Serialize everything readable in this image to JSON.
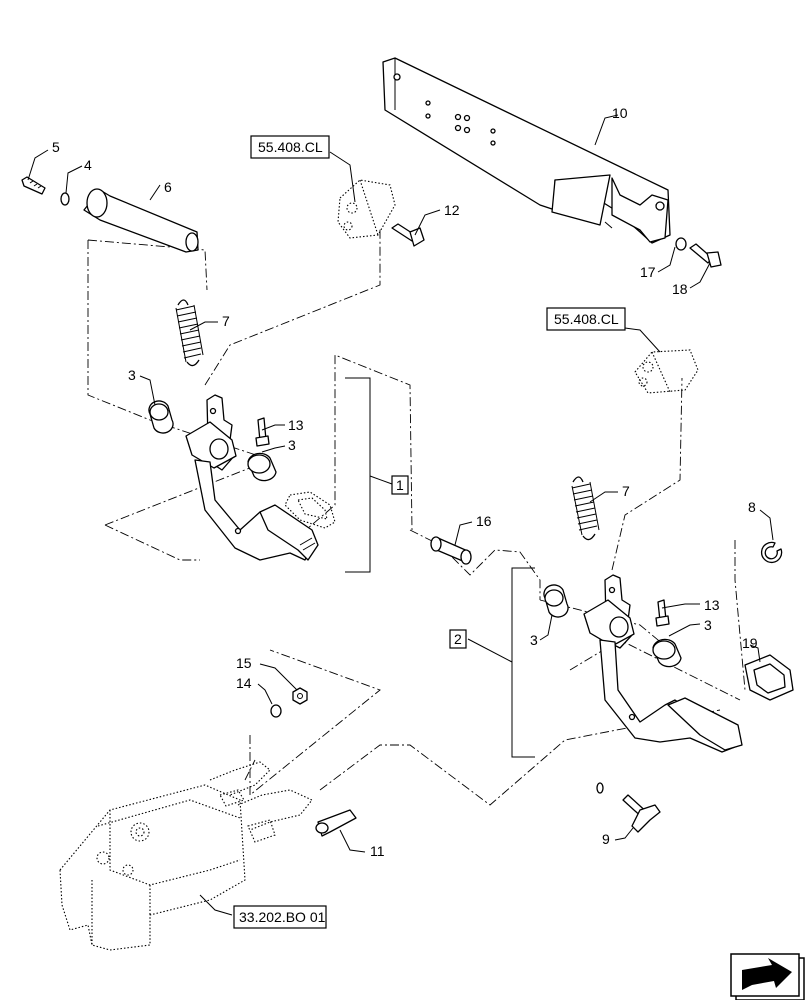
{
  "callouts": {
    "c1": "1",
    "c2": "2",
    "c3a": "3",
    "c3b": "3",
    "c3c": "3",
    "c3d": "3",
    "c4": "4",
    "c5": "5",
    "c6": "6",
    "c7a": "7",
    "c7b": "7",
    "c8": "8",
    "c9": "9",
    "c10": "10",
    "c11": "11",
    "c12": "12",
    "c13a": "13",
    "c13b": "13",
    "c14": "14",
    "c15": "15",
    "c16": "16",
    "c17": "17",
    "c18": "18",
    "c19": "19"
  },
  "references": {
    "ref_top": "55.408.CL",
    "ref_right": "55.408.CL",
    "ref_valve": "33.202.BO 01"
  },
  "icons": {
    "nav": "next-page-arrow-icon"
  }
}
